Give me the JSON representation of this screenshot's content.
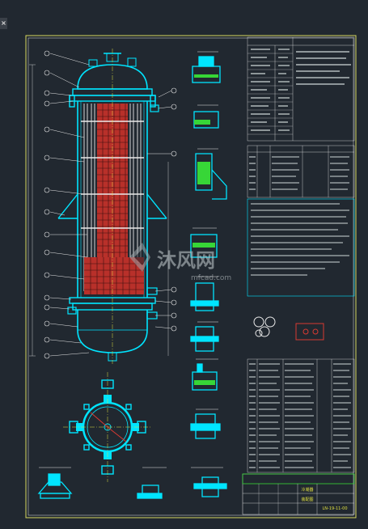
{
  "viewer": {
    "close_glyph": "×"
  },
  "watermark": {
    "brand": "沐风网",
    "url": "mfcad.com"
  },
  "title_block": {
    "title_line_1": "冷凝器",
    "title_line_2": "装配图",
    "drawing_no": "LN-19-11-00"
  },
  "colors": {
    "background": "#212830",
    "frame": "#d8d860",
    "cyan": "#00e5ff",
    "red": "#d83a32",
    "white": "#e9e9e9",
    "yellow": "#e0e040",
    "green": "#37d637"
  }
}
